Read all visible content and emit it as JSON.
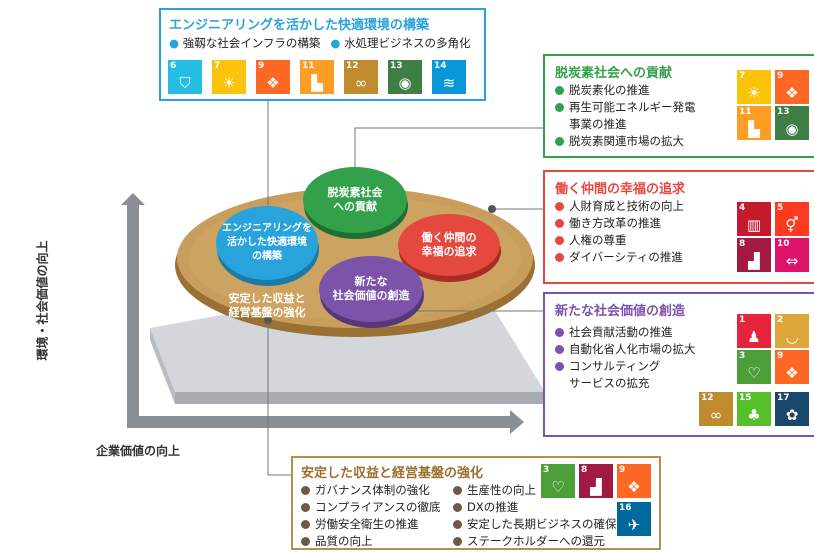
{
  "colors": {
    "blue": "#29a3dc",
    "green": "#33a14a",
    "red": "#e5483f",
    "purple": "#7b53a8",
    "tan": "#b98d4a",
    "platform": "#c9ccd1",
    "axis": "#8a8f96"
  },
  "axes": {
    "x_label": "企業価値の向上",
    "y_label": "環境・社会価値の向上"
  },
  "ellipses": {
    "green": "脱炭素社会\nへの貢献",
    "blue": "エンジニアリングを\n活かした快適環境\nの構築",
    "red": "働く仲間の\n幸福の追求",
    "purple": "新たな\n社会価値の創造",
    "plain": "安定した収益と\n経営基盤の強化"
  },
  "boxes": {
    "engineering": {
      "title": "エンジニアリングを活かした快適環境の構築",
      "items": [
        "強靱な社会インフラの構築",
        "水処理ビジネスの多角化"
      ],
      "sdgs": [
        {
          "num": "6",
          "color": "#26bde2",
          "icon": "water-icon"
        },
        {
          "num": "7",
          "color": "#fcc30b",
          "icon": "sun-icon"
        },
        {
          "num": "9",
          "color": "#fd6925",
          "icon": "cubes-icon"
        },
        {
          "num": "11",
          "color": "#fd9d24",
          "icon": "city-icon"
        },
        {
          "num": "12",
          "color": "#bf8b2e",
          "icon": "infinity-icon"
        },
        {
          "num": "13",
          "color": "#3f7e44",
          "icon": "eye-icon"
        },
        {
          "num": "14",
          "color": "#0a97d9",
          "icon": "fish-icon"
        }
      ]
    },
    "decarbon": {
      "title": "脱炭素社会への貢献",
      "items": [
        "脱炭素化の推進",
        "再生可能エネルギー発電\n事業の推進",
        "脱炭素関連市場の拡大"
      ],
      "sdgs": [
        {
          "num": "7",
          "color": "#fcc30b",
          "icon": "sun-icon"
        },
        {
          "num": "9",
          "color": "#fd6925",
          "icon": "cubes-icon"
        },
        {
          "num": "11",
          "color": "#fd9d24",
          "icon": "city-icon"
        },
        {
          "num": "13",
          "color": "#3f7e44",
          "icon": "eye-icon"
        }
      ]
    },
    "wellbeing": {
      "title": "働く仲間の幸福の追求",
      "items": [
        "人財育成と技術の向上",
        "働き方改革の推進",
        "人権の尊重",
        "ダイバーシティの推進"
      ],
      "sdgs": [
        {
          "num": "4",
          "color": "#c5192d",
          "icon": "book-icon"
        },
        {
          "num": "5",
          "color": "#ff3a21",
          "icon": "gender-icon"
        },
        {
          "num": "8",
          "color": "#a21942",
          "icon": "growth-icon"
        },
        {
          "num": "10",
          "color": "#dd1367",
          "icon": "equality-icon"
        }
      ]
    },
    "newvalue": {
      "title": "新たな社会価値の創造",
      "items": [
        "社会貢献活動の推進",
        "自動化省人化市場の拡大",
        "コンサルティング\nサービスの拡充"
      ],
      "sdgs": [
        {
          "num": "1",
          "color": "#e5243b",
          "icon": "people-icon"
        },
        {
          "num": "2",
          "color": "#dda63a",
          "icon": "bowl-icon"
        },
        {
          "num": "3",
          "color": "#4c9f38",
          "icon": "heartbeat-icon"
        },
        {
          "num": "9",
          "color": "#fd6925",
          "icon": "cubes-icon"
        },
        {
          "num": "12",
          "color": "#bf8b2e",
          "icon": "infinity-icon"
        },
        {
          "num": "15",
          "color": "#56c02b",
          "icon": "tree-icon"
        },
        {
          "num": "17",
          "color": "#19486a",
          "icon": "flower-icon"
        }
      ]
    },
    "stable": {
      "title": "安定した収益と経営基盤の強化",
      "items_left": [
        "ガバナンス体制の強化",
        "コンプライアンスの徹底",
        "労働安全衛生の推進",
        "品質の向上"
      ],
      "items_right": [
        "生産性の向上",
        "DXの推進",
        "安定した長期ビジネスの確保",
        "ステークホルダーへの還元"
      ],
      "sdgs": [
        {
          "num": "3",
          "color": "#4c9f38",
          "icon": "heartbeat-icon"
        },
        {
          "num": "8",
          "color": "#a21942",
          "icon": "growth-icon"
        },
        {
          "num": "9",
          "color": "#fd6925",
          "icon": "cubes-icon"
        },
        {
          "num": "16",
          "color": "#00689d",
          "icon": "dove-icon"
        }
      ]
    }
  }
}
